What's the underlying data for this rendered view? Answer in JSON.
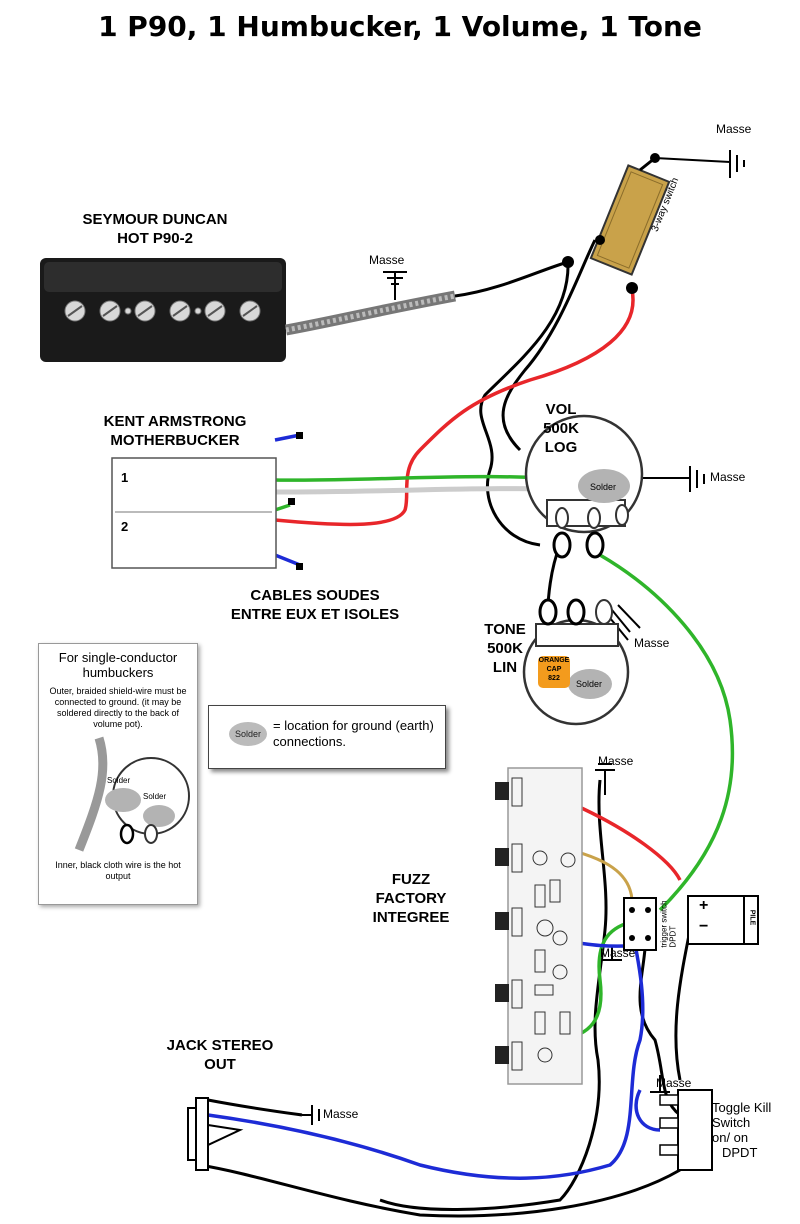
{
  "title": "1 P90, 1 Humbucker, 1 Volume, 1 Tone",
  "labels": {
    "p90": [
      "SEYMOUR DUNCAN",
      "HOT P90-2"
    ],
    "humbucker": [
      "KENT ARMSTRONG",
      "MOTHERBUCKER"
    ],
    "cables": [
      "CABLES SOUDES",
      "ENTRE EUX ET ISOLES"
    ],
    "vol": [
      "VOL",
      "500K",
      "LOG"
    ],
    "tone": [
      "TONE",
      "500K",
      "LIN"
    ],
    "fuzz": [
      "FUZZ",
      "FACTORY",
      "INTEGREE"
    ],
    "jack": [
      "JACK STEREO",
      "OUT"
    ],
    "toggle": [
      "Toggle Kill",
      "Switch",
      "on/ on",
      "DPDT"
    ]
  },
  "ground": {
    "masse": "Masse"
  },
  "switch_3way": "3-way switch",
  "trigger_switch": [
    "trigger switch",
    "DPDT"
  ],
  "humbucker_numbers": [
    "1",
    "2"
  ],
  "solder": "Solder",
  "orange_cap": [
    "ORANGE",
    "CAP",
    "822"
  ],
  "battery": {
    "plus": "+",
    "minus": "−",
    "label": "PILE"
  },
  "info_box": {
    "title": "For single-conductor humbuckers",
    "outer": "Outer, braided shield-wire must be connected to ground. (it may be soldered directly to the back of volume pot).",
    "inner": "Inner, black cloth wire is the hot output"
  },
  "legend": {
    "text": "= location for ground (earth) connections."
  },
  "colors": {
    "red": "#e8262a",
    "green": "#2fb52a",
    "blue": "#1d2bd6",
    "gold": "#c9a24a",
    "orange": "#f39b1d"
  }
}
